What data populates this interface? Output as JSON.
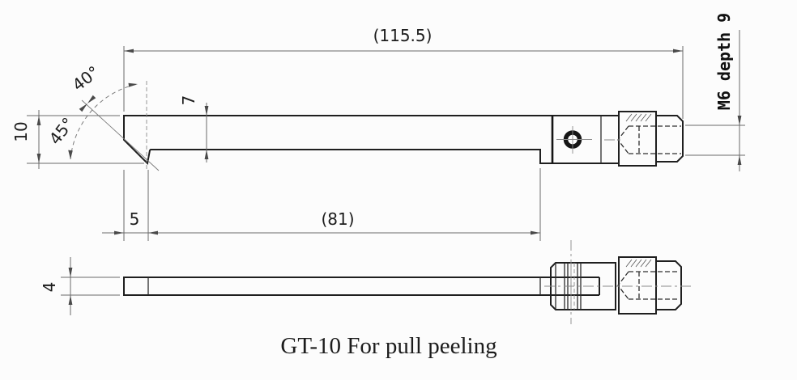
{
  "caption": "GT-10 For pull peeling",
  "dimensions": {
    "overall_length": "(115.5)",
    "rake_angle": "40°",
    "bevel_angle": "45°",
    "tip_height": "10",
    "blade_thickness": "7",
    "tip_length": "5",
    "blade_length": "(81)",
    "blade_width": "4",
    "mount_thread": "M6 depth 9"
  },
  "colors": {
    "outline": "#1f1f1f",
    "dimension": "#6a6a6a",
    "hidden_line": "#2e2e2e",
    "background": "#fcfcfc"
  }
}
